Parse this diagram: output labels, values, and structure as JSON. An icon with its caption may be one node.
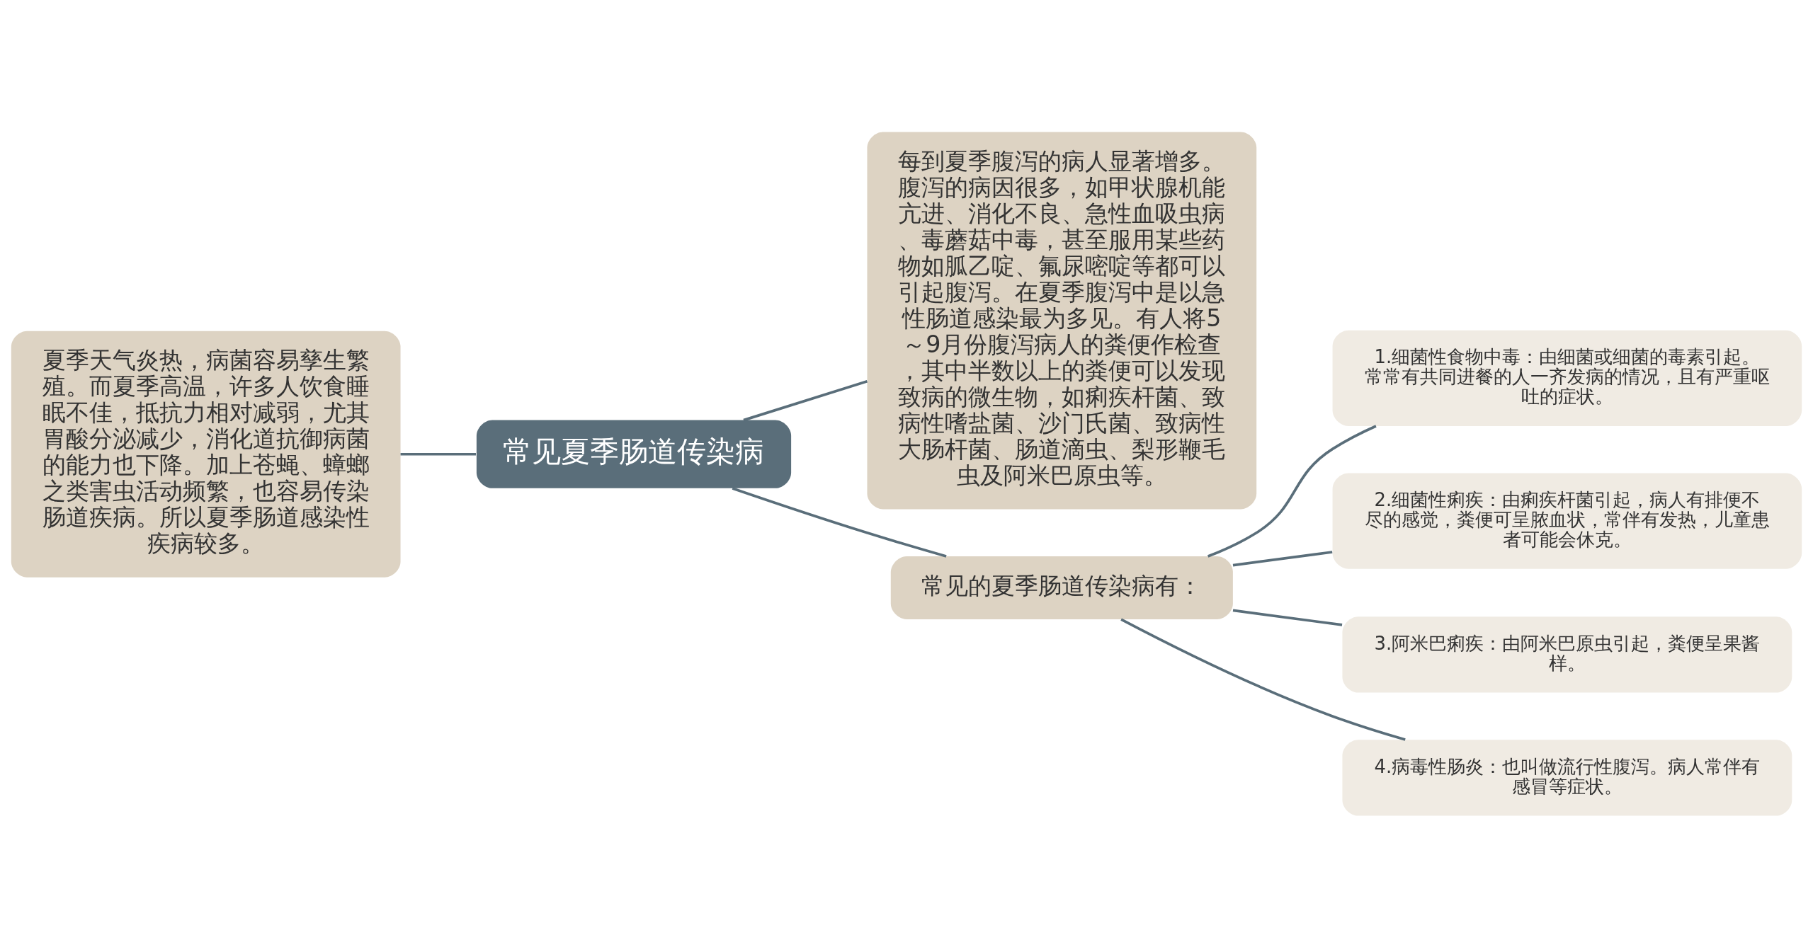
{
  "diagram": {
    "nodes": [
      {
        "text": [
          "常见夏季肠道传染病"
        ]
      },
      {
        "text": [
          "夏季天气炎热，病菌容易孳生繁殖。而夏季高温，许多人饮食睡眠不佳，抵抗力相对减弱，尤其胃酸分泌减少，消化道抗御病菌的能力也下降。加上苍蝇、蟑螂之类害虫活动频繁，也容易传染肠道疾病。所以夏季肠道感染性疾病较多。"
        ]
      },
      {
        "text": [
          "每到夏季腹泻的病人显著增多。腹泻的病因很多，如甲状腺机能亢进、消化不良、急性血吸虫病、毒蘑菇中毒，甚至服用某些药物如胍乙啶、氟尿嘧啶等都可以引起腹泻。在夏季腹泻中是以急性肠道感染最为多见。有人将5～9月份腹泻病人的粪便作检查，其中半数以上的粪便可以发现致病的微生物，如痢疾杆菌、致病性嗜盐菌、沙门氏菌、致病性大肠杆菌、肠道滴虫、梨形鞭毛虫及阿米巴原虫等。"
        ]
      },
      {
        "text": [
          "常见的夏季肠道传染病有："
        ]
      },
      {
        "text": [
          "1.细菌性食物中毒：由细菌或细菌的毒素引起。常常有共同进餐的人一齐发病的情况，且有严重呕吐的症状。"
        ]
      },
      {
        "text": [
          "2.细菌性痢疾：由痢疾杆菌引起，病人有排便不尽的感觉，粪便可呈脓血状，常伴有发热，儿童患者可能会休克。"
        ]
      },
      {
        "text": [
          "3.阿米巴痢疾：由阿米巴原虫引起，粪便呈果酱样。"
        ]
      },
      {
        "text": [
          "4.病毒性肠炎：也叫做流行性腹泻。病人常伴有感冒等症状。"
        ]
      }
    ],
    "edges": [
      {
        "from": 0,
        "to": 1,
        "arrow": "none"
      },
      {
        "from": 0,
        "to": 2,
        "arrow": "none"
      },
      {
        "from": 0,
        "to": 3,
        "arrow": "none"
      },
      {
        "from": 3,
        "to": 4,
        "arrow": "none"
      },
      {
        "from": 3,
        "to": 5,
        "arrow": "none"
      },
      {
        "from": 3,
        "to": 6,
        "arrow": "none"
      },
      {
        "from": 3,
        "to": 7,
        "arrow": "none"
      }
    ]
  }
}
